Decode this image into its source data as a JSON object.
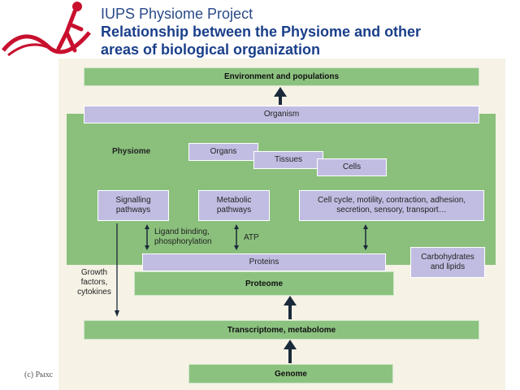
{
  "header": {
    "line1": "IUPS Physiome Project",
    "line2": "Relationship between the Physiome and other",
    "line3": "areas of biological organization"
  },
  "boxes": {
    "environment": "Environment and populations",
    "organism": "Organism",
    "organs": "Organs",
    "tissues": "Tissues",
    "cells": "Cells",
    "signalling": "Signalling pathways",
    "metabolic": "Metabolic pathways",
    "cellcycle": "Cell cycle, motility, contraction, adhesion, secretion, sensory, transport…",
    "proteins": "Proteins",
    "carbohydrates": "Carbohydrates and lipids",
    "proteome": "Proteome",
    "transcriptome": "Transcriptome, metabolome",
    "genome": "Genome"
  },
  "labels": {
    "physiome": "Physiome",
    "growth": "Growth factors, cytokines",
    "ligand": "Ligand binding, phosphorylation",
    "atp": "ATP"
  },
  "footer": {
    "copyright": "(c) Рыхс"
  },
  "colors": {
    "title": "#2a4a8a",
    "green_box": "#8cc280",
    "purple_box": "#c1bde2",
    "physiome_area": "#8ac07c",
    "arrow": "#1a2a3a"
  }
}
